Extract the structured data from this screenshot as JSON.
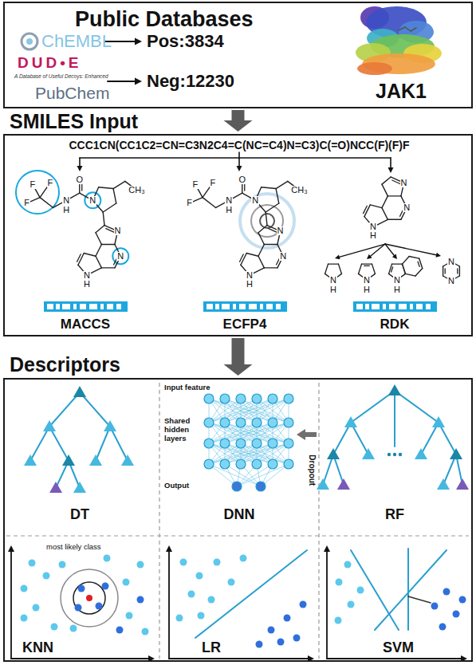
{
  "diagram": {
    "nodes": [
      {
        "text": [
          "Public Databases"
        ]
      },
      {
        "text": [
          "SMILES Input"
        ]
      },
      {
        "text": [
          "Descriptors"
        ]
      }
    ],
    "edges": [
      {
        "from": 0,
        "to": 1,
        "arrow": "to"
      },
      {
        "from": 1,
        "to": 2,
        "arrow": "to"
      }
    ],
    "labels": [
      "ChEMBL",
      "DUD•E",
      "A Database of Useful Decoys: Enhanced",
      "PubChem",
      "Pos:3834",
      "Neg:12230",
      "JAK1",
      "CCC1CN(CC1C2=CN=C3N2C4=C(NC=C4)N=C3)C(=O)NCC(F)(F)F",
      "F",
      "F",
      "F",
      "N",
      "H",
      "O",
      "N",
      "N",
      "N",
      "N",
      "H",
      "CH₃",
      "F",
      "F",
      "F",
      "N",
      "H",
      "O",
      "N",
      "N",
      "N",
      "N",
      "H",
      "CH₃",
      "N",
      "N",
      "N",
      "H",
      "N",
      "H",
      "N",
      "H",
      "N",
      "H",
      "N",
      "N",
      "MACCS",
      "ECFP4",
      "RDK",
      "DT",
      "DNN",
      "RF",
      "Input feature",
      "Shared hidden layers",
      "Output",
      "Dropout",
      "KNN",
      "LR",
      "SVM",
      "most likely class"
    ]
  }
}
